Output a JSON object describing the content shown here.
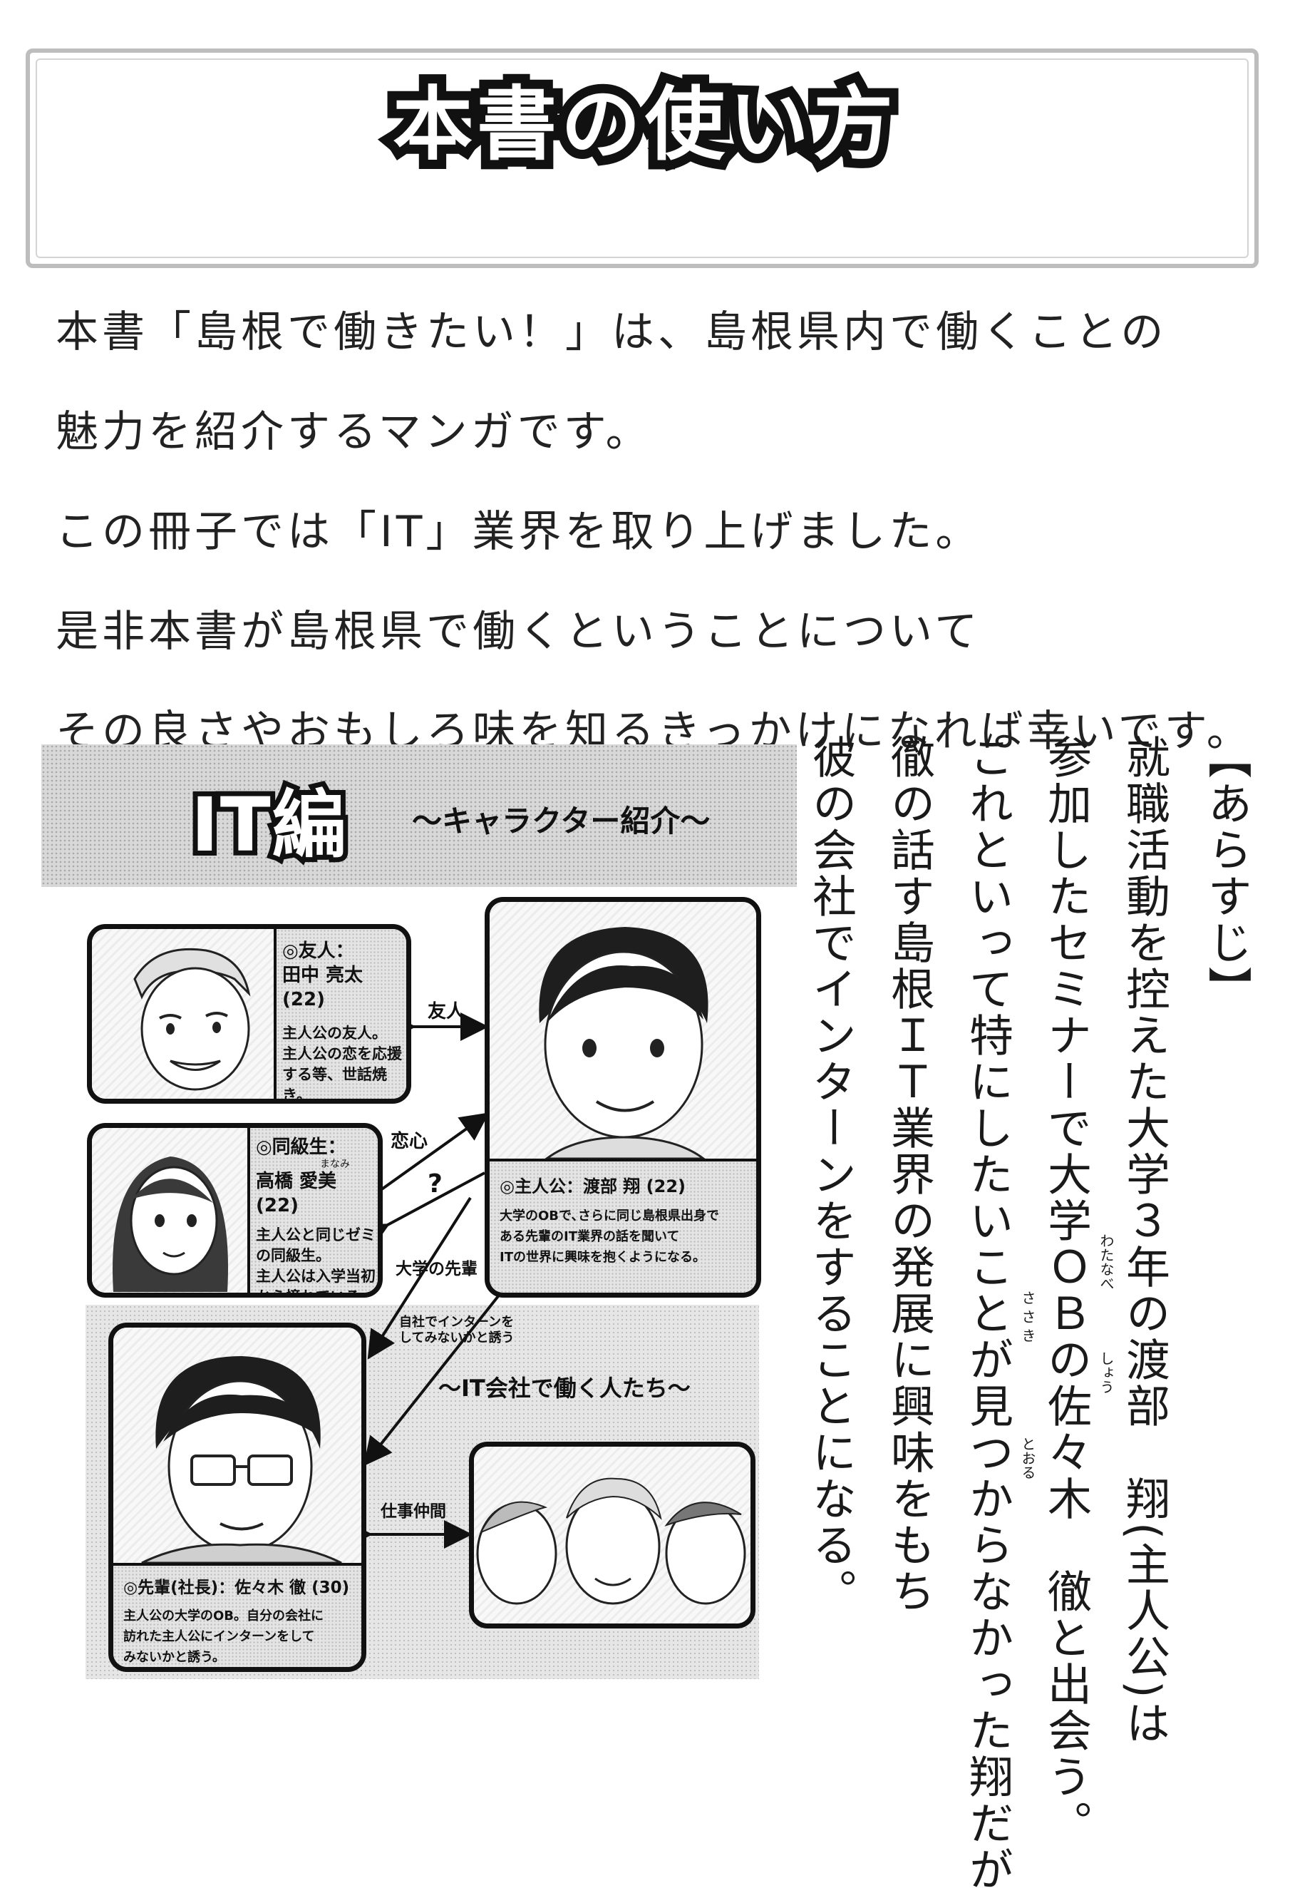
{
  "header": {
    "title": "本書の使い方"
  },
  "intro": {
    "lines": [
      "本書「島根で働きたい！」は、島根県内で働くことの",
      "魅力を紹介するマンガです。",
      "この冊子では「IT」業界を取り上げました。",
      "是非本書が島根県で働くということについて",
      "その良さやおもしろ味を知るきっかけになれば幸いです。"
    ]
  },
  "banner": {
    "title": "IT編",
    "subtitle": "〜キャラクター紹介〜"
  },
  "characters": {
    "friend": {
      "role": "◎友人：",
      "name": "田中 亮太 (22)",
      "desc": [
        "主人公の友人。",
        "主人公の恋を応援",
        "する等、世話焼き。"
      ]
    },
    "classmate": {
      "role": "◎同級生：",
      "name": "高橋 愛美 (22)",
      "furigana": "まなみ",
      "desc": [
        "主人公と同じゼミ",
        "の同級生。",
        "主人公は入学当初",
        "から憧れている。"
      ]
    },
    "protagonist": {
      "role_name": "◎主人公：渡部 翔 (22)",
      "desc": [
        "大学のOBで､さらに同じ島根県出身で",
        "ある先輩のIT業界の話を聞いて",
        "ITの世界に興味を抱くようになる。"
      ]
    },
    "senior": {
      "role_name": "◎先輩(社長)：佐々木 徹 (30)",
      "desc": [
        "主人公の大学のOB。自分の会社に",
        "訪れた主人公にインターンをして",
        "みないかと誘う。"
      ]
    }
  },
  "relations": {
    "friend": "友人",
    "love": "恋心",
    "question": "?",
    "senior": "大学の先輩",
    "invite": [
      "自社でインターンを",
      "してみないかと誘う"
    ],
    "group_title": "〜IT会社で働く人たち〜",
    "coworkers": "仕事仲間"
  },
  "synopsis": {
    "columns": [
      "【あらすじ】",
      "就職活動を控えた大学３年の渡部　翔(主人公)は",
      "参加したセミナーで大学ＯＢの佐々木　徹と出会う。",
      "これといって特にしたいことが見つからなかった翔だが",
      "徹の話す島根ＩＴ業界の発展に興味をもち",
      "彼の会社でインターンをすることになる。"
    ],
    "furigana": {
      "watanabe": "わたなべ",
      "shou": "しょう",
      "sasaki": "さ さ き",
      "tooru": "とおる"
    }
  }
}
